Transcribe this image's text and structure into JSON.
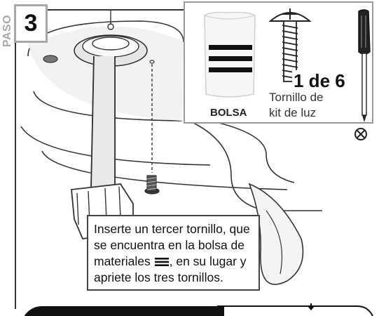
{
  "step": {
    "label": "PASO",
    "number": "3"
  },
  "callout": {
    "quantity": "1 de 6",
    "part_name_line1": "Tornillo de",
    "part_name_line2": "kit de luz",
    "bag_label": "BOLSA"
  },
  "instruction": {
    "line1": "Inserte un tercer tornillo, que",
    "line2": "se encuentra en la bolsa de",
    "line3_before": "materiales",
    "line3_after": ", en su lugar y",
    "line4": "apriete los tres tornillos."
  },
  "icons": {
    "bag_marker": "three-bars-icon",
    "tool": "phillips-screwdriver-icon",
    "tool_type": "phillips-head-icon"
  },
  "colors": {
    "step_border": "#a8a8a8",
    "callout_border": "#9a9a9a",
    "ink": "#1a1a1a"
  }
}
